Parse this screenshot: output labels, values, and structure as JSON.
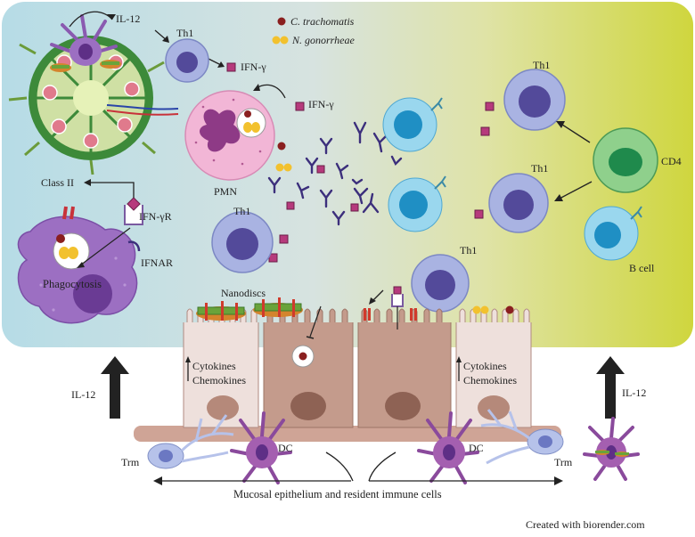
{
  "labels": {
    "il12_top": "IL-12",
    "th1_top": "Th1",
    "ifng_top": "IFN-γ",
    "ifng_pmn": "IFN-γ",
    "pmn": "PMN",
    "class2": "Class II",
    "ifngr": "IFN-γR",
    "phagocytosis": "Phagocytosis",
    "ifnar": "IFNAR",
    "th1_mid": "Th1",
    "nanodiscs": "Nanodiscs",
    "th1_center": "Th1",
    "th1_right_top": "Th1",
    "th1_right_mid": "Th1",
    "cd4": "CD4",
    "bcell": "B cell",
    "cytokines_left": "Cytokines",
    "chemokines_left": "Chemokines",
    "cytokines_right": "Cytokines",
    "chemokines_right": "Chemokines",
    "il12_left": "IL-12",
    "il12_right": "IL-12",
    "trm_left": "Trm",
    "dc_left": "DC",
    "dc_right": "DC",
    "trm_right": "Trm",
    "mucosal": "Mucosal epithelium and resident immune cells",
    "created": "Created with biorender.com"
  },
  "legend": {
    "ct_species": "C. trachomatis",
    "ng_species": "N. gonorrheae"
  },
  "colors": {
    "bg_left": "#b9dde6",
    "bg_right": "#cfd64a",
    "th1_outer": "#a9b3e2",
    "th1_inner": "#534a9a",
    "bcell_outer": "#9ad7ee",
    "bcell_inner": "#1f8fc4",
    "cd4_outer": "#8fd08c",
    "cd4_inner": "#1f8a4c",
    "ifng": "#b63a7c",
    "chlamydia": "#8a1f1f",
    "gonorrhea": "#f2c12e",
    "macrophage": "#9c6fc2",
    "pmn": "#f2b6d6",
    "epithelium": "#e8cfc6",
    "dc": "#a45fb0"
  }
}
